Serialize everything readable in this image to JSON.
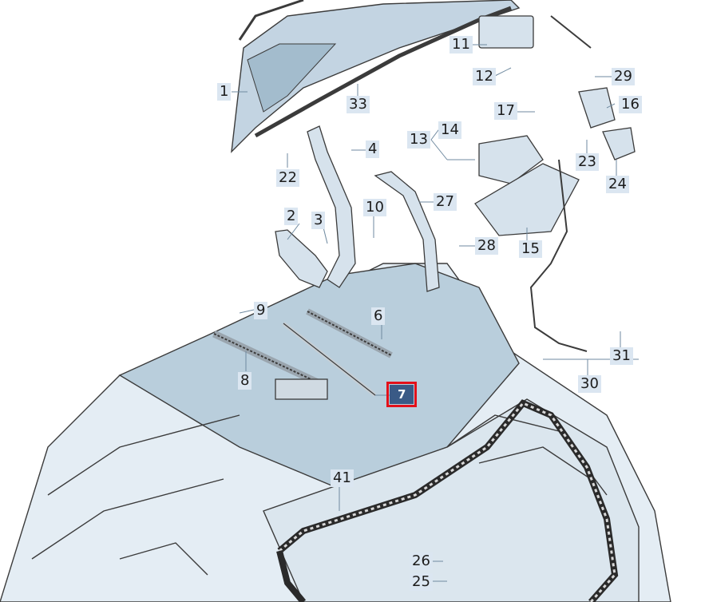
{
  "diagram": {
    "callouts": [
      {
        "id": "1",
        "label": "1"
      },
      {
        "id": "2",
        "label": "2"
      },
      {
        "id": "3",
        "label": "3"
      },
      {
        "id": "4",
        "label": "4"
      },
      {
        "id": "6",
        "label": "6"
      },
      {
        "id": "7",
        "label": "7",
        "selected": true
      },
      {
        "id": "8",
        "label": "8"
      },
      {
        "id": "9",
        "label": "9"
      },
      {
        "id": "10",
        "label": "10"
      },
      {
        "id": "11",
        "label": "11"
      },
      {
        "id": "12",
        "label": "12"
      },
      {
        "id": "13",
        "label": "13"
      },
      {
        "id": "14",
        "label": "14"
      },
      {
        "id": "15",
        "label": "15"
      },
      {
        "id": "16",
        "label": "16"
      },
      {
        "id": "17",
        "label": "17"
      },
      {
        "id": "22",
        "label": "22"
      },
      {
        "id": "23",
        "label": "23"
      },
      {
        "id": "24",
        "label": "24"
      },
      {
        "id": "25",
        "label": "25"
      },
      {
        "id": "26",
        "label": "26"
      },
      {
        "id": "27",
        "label": "27"
      },
      {
        "id": "28",
        "label": "28"
      },
      {
        "id": "29",
        "label": "29"
      },
      {
        "id": "30",
        "label": "30"
      },
      {
        "id": "31",
        "label": "31"
      },
      {
        "id": "33",
        "label": "33"
      },
      {
        "id": "41",
        "label": "41"
      }
    ],
    "colors": {
      "outline": "#3b3b3b",
      "body_fill": "#dfe9f1",
      "glass_fill": "#a9c2d3",
      "lid_fill": "#c7d8e5",
      "callout_bg": "#dbe6f1",
      "selected_bg": "#3a5a86",
      "selected_border": "#e3101a",
      "leader": "#6f8aa0"
    }
  }
}
